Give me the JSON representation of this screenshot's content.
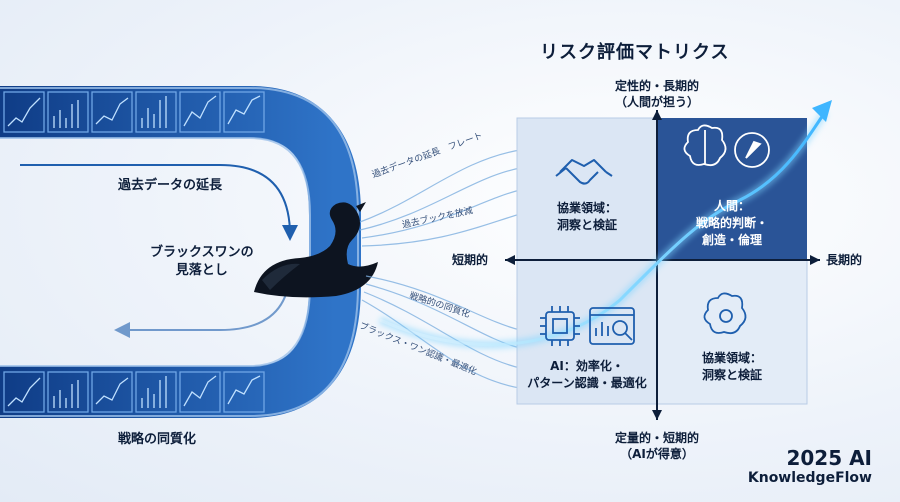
{
  "matrix": {
    "title": "リスク評価マトリクス",
    "axes": {
      "top": [
        "定性的・長期的",
        "（人間が担う）"
      ],
      "bottom": [
        "定量的・短期的",
        "（AIが得意）"
      ],
      "left": "短期的",
      "right": "長期的"
    },
    "quadrants": {
      "top_left": [
        "協業領域：",
        "洞察と検証"
      ],
      "top_right": [
        "人間：",
        "戦略的判断・",
        "創造・倫理"
      ],
      "bottom_left": [
        "AI：効率化・",
        "パターン認識・最適化"
      ],
      "bottom_right": [
        "協業領域：",
        "洞察と検証"
      ]
    },
    "icons": {
      "top_left": "handshake-icon",
      "top_right": [
        "brain-icon",
        "compass-icon"
      ],
      "bottom_left": [
        "cpu-chip-icon",
        "analytics-window-icon"
      ],
      "bottom_right": "brain-gear-icon"
    }
  },
  "left_flow": {
    "top_label": "過去データの延長",
    "bottom_label": "戦略の同質化",
    "swan_caption": [
      "ブラックスワンの",
      "見落とし"
    ]
  },
  "flow_texts": {
    "upper_1": "過去データの延長　フレート",
    "upper_2": "過去ブックを放減",
    "lower_1": "戦略的の同質化",
    "lower_2": "ブラックス・ワン認識・最適化"
  },
  "brand": {
    "year": "2025 AI",
    "name": "KnowledgeFlow"
  },
  "colors": {
    "primary": "#0d1e3a",
    "accent_blue": "#1f5fae",
    "dark_quadrant": "#2a5497",
    "light_quadrant": "#d5e3f4",
    "glow": "#5fc7ff"
  }
}
